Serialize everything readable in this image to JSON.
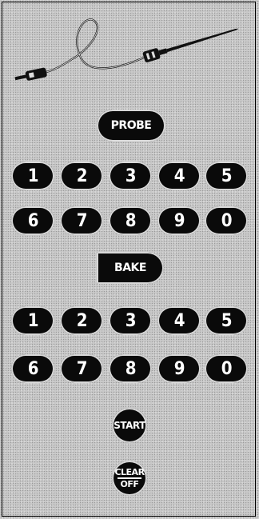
{
  "probe_button": {
    "label": "PROBE"
  },
  "bake_button": {
    "label": "BAKE"
  },
  "start_button": {
    "label": "START"
  },
  "clear_button": {
    "label_top": "CLEAR",
    "label_bottom": "OFF"
  },
  "keypad_upper": {
    "row1": [
      "1",
      "2",
      "3",
      "4",
      "5"
    ],
    "row2": [
      "6",
      "7",
      "8",
      "9",
      "0"
    ]
  },
  "keypad_lower": {
    "row1": [
      "1",
      "2",
      "3",
      "4",
      "5"
    ],
    "row2": [
      "6",
      "7",
      "8",
      "9",
      "0"
    ]
  },
  "icons": {
    "probe": "temperature-probe-icon"
  }
}
